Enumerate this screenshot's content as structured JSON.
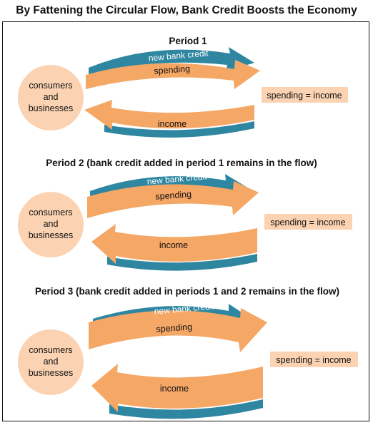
{
  "title": "By Fattening the Circular Flow, Bank Credit Boosts the Economy",
  "colors": {
    "spending_band": "#f5a766",
    "bank_credit_band": "#2f86a0",
    "node_fill": "#fbd3b3"
  },
  "periods": [
    {
      "heading": "Period 1",
      "node_lines": [
        "consumers",
        "and",
        "businesses"
      ],
      "credit_label": "new bank credit",
      "spending_label": "spending",
      "income_label": "income",
      "equation": "spending = income"
    },
    {
      "heading": "Period 2 (bank credit added in period 1 remains in the flow)",
      "node_lines": [
        "consumers",
        "and",
        "businesses"
      ],
      "credit_label": "new bank credit",
      "spending_label": "spending",
      "income_label": "income",
      "equation": "spending = income"
    },
    {
      "heading": "Period 3 (bank credit added in periods 1 and 2 remains in the flow)",
      "node_lines": [
        "consumers",
        "and",
        "businesses"
      ],
      "credit_label": "new bank credit",
      "spending_label": "spending",
      "income_label": "income",
      "equation": "spending = income"
    }
  ]
}
